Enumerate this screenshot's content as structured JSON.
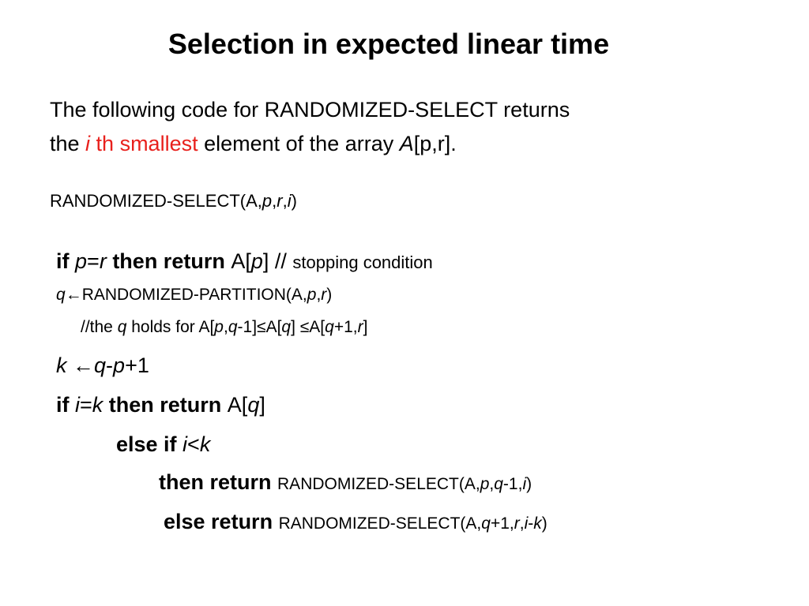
{
  "slide": {
    "title": "Selection in expected linear time",
    "intro": {
      "line1": "The following code for RANDOMIZED-SELECT returns",
      "line2_pre": "the ",
      "line2_i": "i",
      "line2_red": " th smallest",
      "line2_post1": " element of the array ",
      "line2_A": "A",
      "line2_post2": "[p,r]."
    },
    "signature": {
      "name": "RANDOMIZED-SELECT(A,",
      "p": "p",
      "c1": ",",
      "r": "r",
      "c2": ",",
      "i": "i",
      "close": ")"
    },
    "code": {
      "l1": {
        "if": "if ",
        "p": "p",
        "eq": "=",
        "r": "r",
        "then": " then return ",
        "A": "A[",
        "p2": "p",
        "close": "]  ",
        "slashes": "// ",
        "comment": "stopping condition"
      },
      "l2": {
        "q": "q",
        "arrow": "←",
        "call": "RANDOMIZED-PARTITION(A,",
        "p": "p",
        "c1": ",",
        "r": "r",
        "close": ")"
      },
      "l3": {
        "pre": "//the ",
        "q": "q",
        "mid1": " holds for A[",
        "p": "p",
        "c1": ",",
        "q2": "q",
        "mid2": "-1]",
        "le1": "≤",
        "mid3": "A[",
        "q3": "q",
        "mid4": "] ",
        "le2": "≤",
        "mid5": "A[",
        "q4": "q",
        "mid6": "+1,",
        "r": "r",
        "close": "]"
      },
      "l4": {
        "k": "k ",
        "arrow": "←",
        "q": "q",
        "minus": "-",
        "p": "p",
        "plus": "+1"
      },
      "l5": {
        "if": "if ",
        "i": "i",
        "eq": "=",
        "k": "k",
        "then": " then return ",
        "A": "A[",
        "q": "q",
        "close": "]"
      },
      "l6": {
        "elseif": "else if ",
        "i": "i",
        "lt": "<",
        "k": "k"
      },
      "l7": {
        "then": "then return ",
        "call": "RANDOMIZED-SELECT(A,",
        "p": "p",
        "c1": ",",
        "q": "q",
        "mid": "-1,",
        "i": "i",
        "close": ")"
      },
      "l8": {
        "else": "else return ",
        "call": "RANDOMIZED-SELECT(A,",
        "q": "q",
        "mid": "+1,",
        "r": "r",
        "c1": ",",
        "i": "i",
        "minus": "-",
        "k": "k",
        "close": ")"
      }
    }
  }
}
